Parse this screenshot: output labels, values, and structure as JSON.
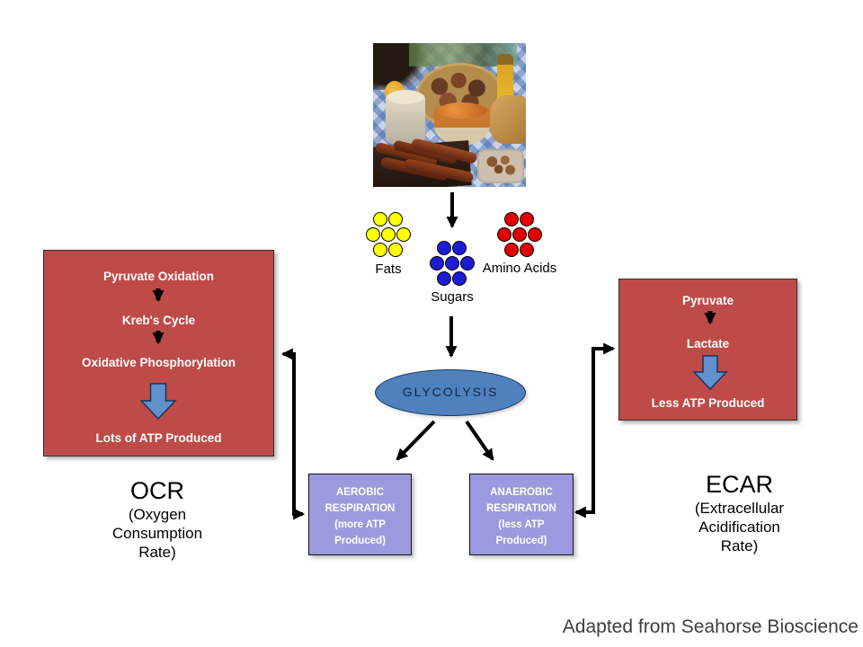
{
  "nutrients": {
    "fats_label": "Fats",
    "sugars_label": "Sugars",
    "amino_label": "Amino Acids",
    "fats_color": "#FFFF00",
    "sugars_color": "#1C1CD6",
    "amino_color": "#E00000"
  },
  "glycolysis": {
    "label": "GLYCOLYSIS",
    "fill": "#4F81BD"
  },
  "ocr_pathway": {
    "step1": "Pyruvate Oxidation",
    "step2": "Kreb's Cycle",
    "step3": "Oxidative Phosphorylation",
    "result": "Lots of ATP Produced",
    "fill": "#BE4B48"
  },
  "ecar_pathway": {
    "step1": "Pyruvate",
    "step2": "Lactate",
    "result": "Less ATP Produced",
    "fill": "#BE4B48"
  },
  "aerobic_box": {
    "label": "AEROBIC\nRESPIRATION\n(more ATP\nProduced)",
    "fill": "#9B9ADF"
  },
  "anaerobic_box": {
    "label": "ANAEROBIC\nRESPIRATION\n(less ATP\nProduced)",
    "fill": "#9B9ADF"
  },
  "ocr_label": {
    "acronym": "OCR",
    "expansion": "(Oxygen\nConsumption\nRate)"
  },
  "ecar_label": {
    "acronym": "ECAR",
    "expansion": "(Extracellular\nAcidification\nRate)"
  },
  "credit": "Adapted from Seahorse Bioscience"
}
